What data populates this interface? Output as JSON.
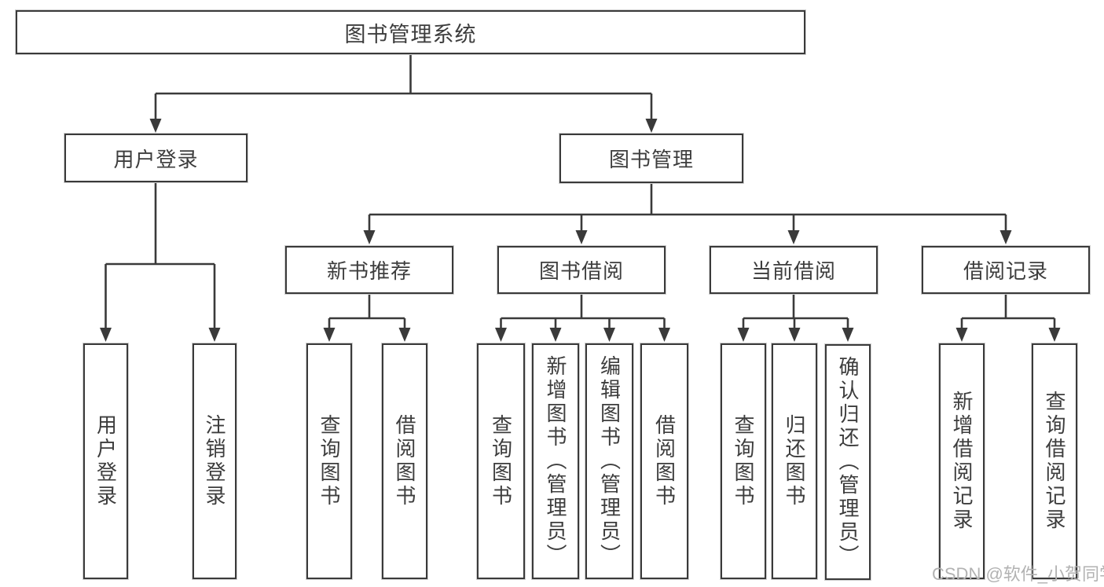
{
  "diagram": {
    "root": "图书管理系统",
    "level2": {
      "user_login": "用户登录",
      "book_management": "图书管理"
    },
    "level3": {
      "new_book_recommend": "新书推荐",
      "book_borrow": "图书借阅",
      "current_borrow": "当前借阅",
      "borrow_records": "借阅记录"
    },
    "leaves": {
      "user_login": [
        "用户登录",
        "注销登录"
      ],
      "new_book_recommend": [
        "查询图书",
        "借阅图书"
      ],
      "book_borrow": [
        "查询图书",
        "新增图书（管理员）",
        "编辑图书（管理员）",
        "借阅图书"
      ],
      "current_borrow": [
        "查询图书",
        "归还图书",
        "确认归还（管理员）"
      ],
      "borrow_records": [
        "新增借阅记录",
        "查询借阅记录"
      ]
    }
  },
  "watermark": "CSDN @软件_小贺同学",
  "colors": {
    "line": "#3a3a3a",
    "text": "#3d3d3d",
    "watermark": "#b2b2b2"
  }
}
